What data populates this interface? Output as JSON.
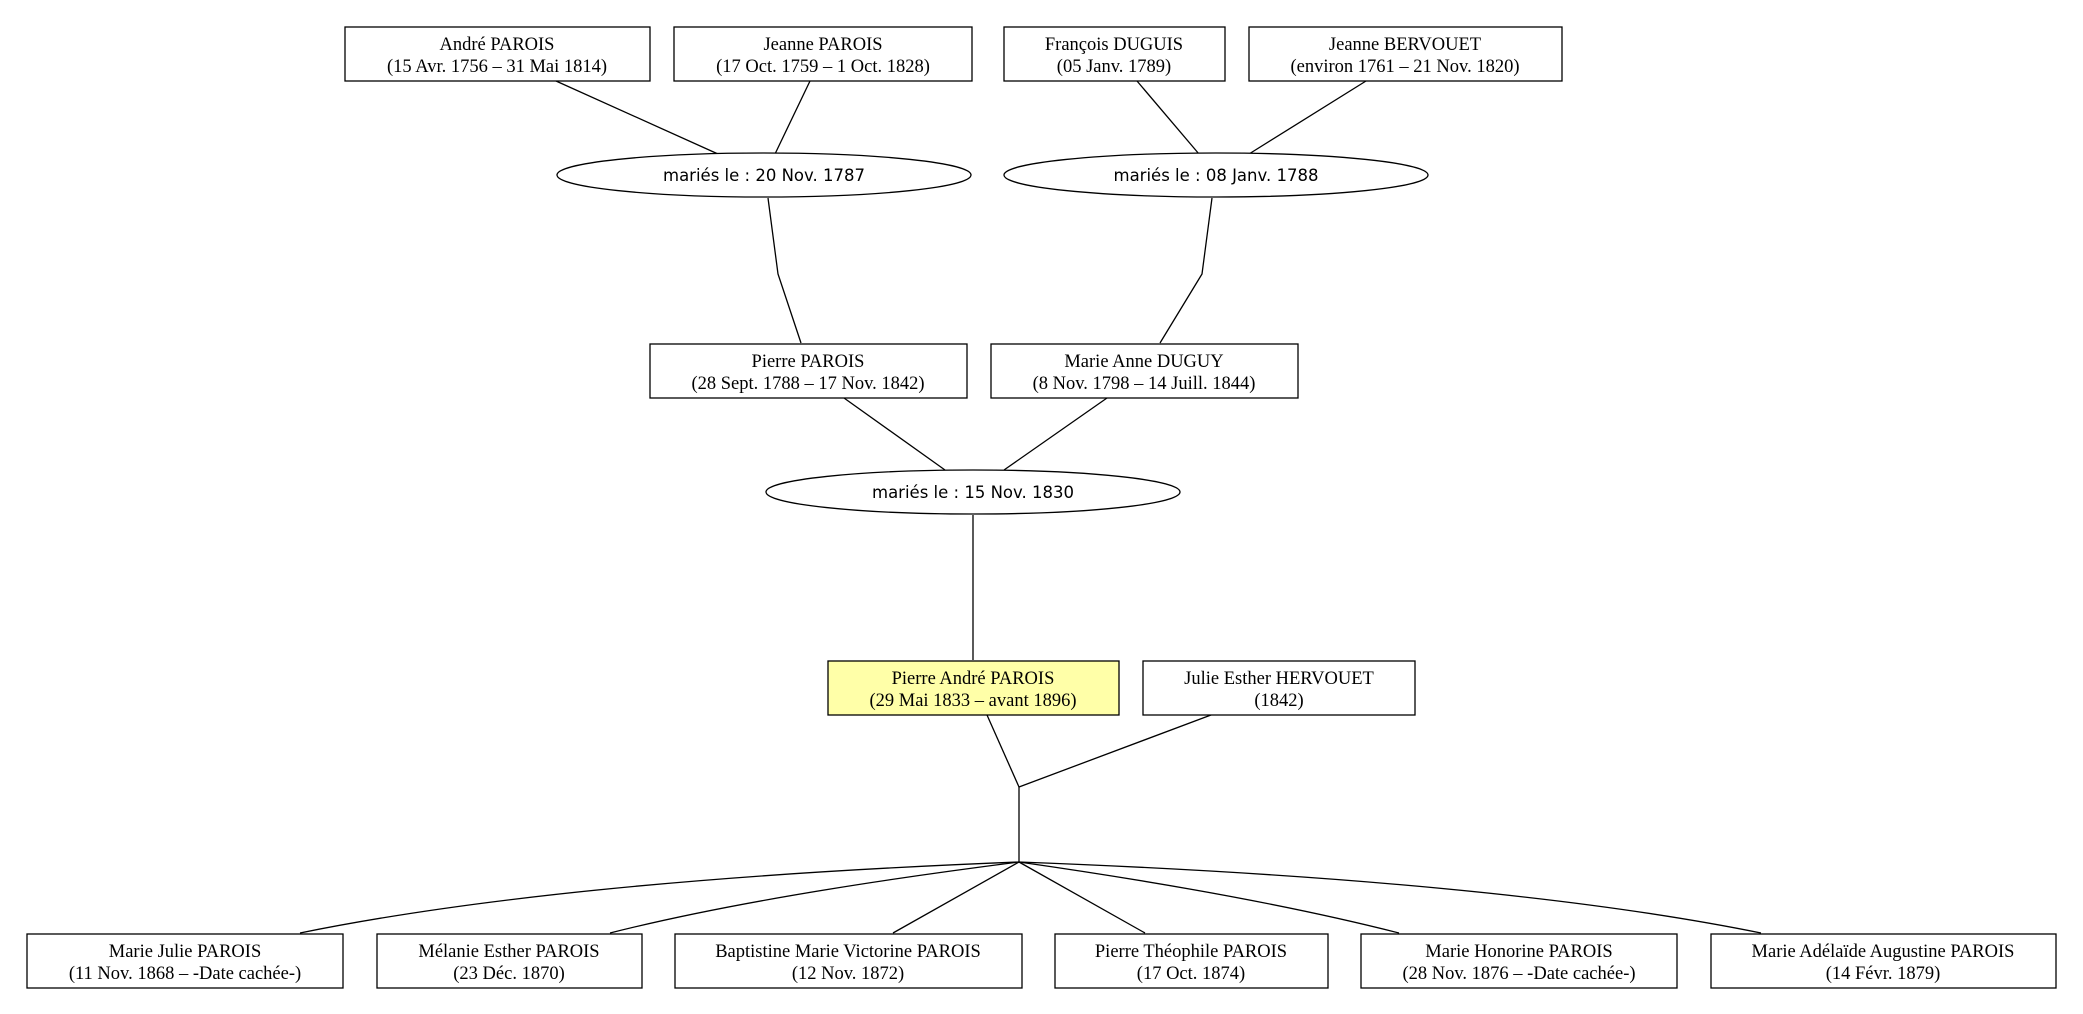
{
  "persons": [
    {
      "id": "andre",
      "name": "André PAROIS",
      "dates": "(15 Avr. 1756 – 31 Mai 1814)"
    },
    {
      "id": "jeanne-p",
      "name": "Jeanne PAROIS",
      "dates": "(17 Oct. 1759 – 1 Oct. 1828)"
    },
    {
      "id": "francois",
      "name": "François DUGUIS",
      "dates": "(05 Janv. 1789)"
    },
    {
      "id": "jeanne-b",
      "name": "Jeanne BERVOUET",
      "dates": "(environ 1761 – 21 Nov. 1820)"
    },
    {
      "id": "pierre",
      "name": "Pierre PAROIS",
      "dates": "(28 Sept. 1788 – 17 Nov. 1842)"
    },
    {
      "id": "marie-anne",
      "name": "Marie Anne DUGUY",
      "dates": "(8 Nov. 1798 – 14 Juill. 1844)"
    },
    {
      "id": "pierre-andre",
      "name": "Pierre André PAROIS",
      "dates": "(29 Mai 1833 – avant 1896)",
      "highlight": true
    },
    {
      "id": "julie",
      "name": "Julie Esther HERVOUET",
      "dates": "(1842)"
    },
    {
      "id": "c1",
      "name": "Marie Julie PAROIS",
      "dates": "(11 Nov. 1868 – -Date cachée-)"
    },
    {
      "id": "c2",
      "name": "Mélanie Esther PAROIS",
      "dates": "(23 Déc. 1870)"
    },
    {
      "id": "c3",
      "name": "Baptistine Marie Victorine PAROIS",
      "dates": "(12 Nov. 1872)"
    },
    {
      "id": "c4",
      "name": "Pierre Théophile PAROIS",
      "dates": "(17 Oct. 1874)"
    },
    {
      "id": "c5",
      "name": "Marie Honorine PAROIS",
      "dates": "(28 Nov. 1876 – -Date cachée-)"
    },
    {
      "id": "c6",
      "name": "Marie Adélaïde Augustine PAROIS",
      "dates": "(14 Févr. 1879)"
    }
  ],
  "marriages": [
    {
      "id": "m1",
      "label": "mariés le : 20 Nov. 1787"
    },
    {
      "id": "m2",
      "label": "mariés le : 08 Janv. 1788"
    },
    {
      "id": "m3",
      "label": "mariés le : 15 Nov. 1830"
    }
  ],
  "colors": {
    "highlight": "#ffffa8",
    "line": "#000000",
    "box_fill": "#ffffff"
  }
}
